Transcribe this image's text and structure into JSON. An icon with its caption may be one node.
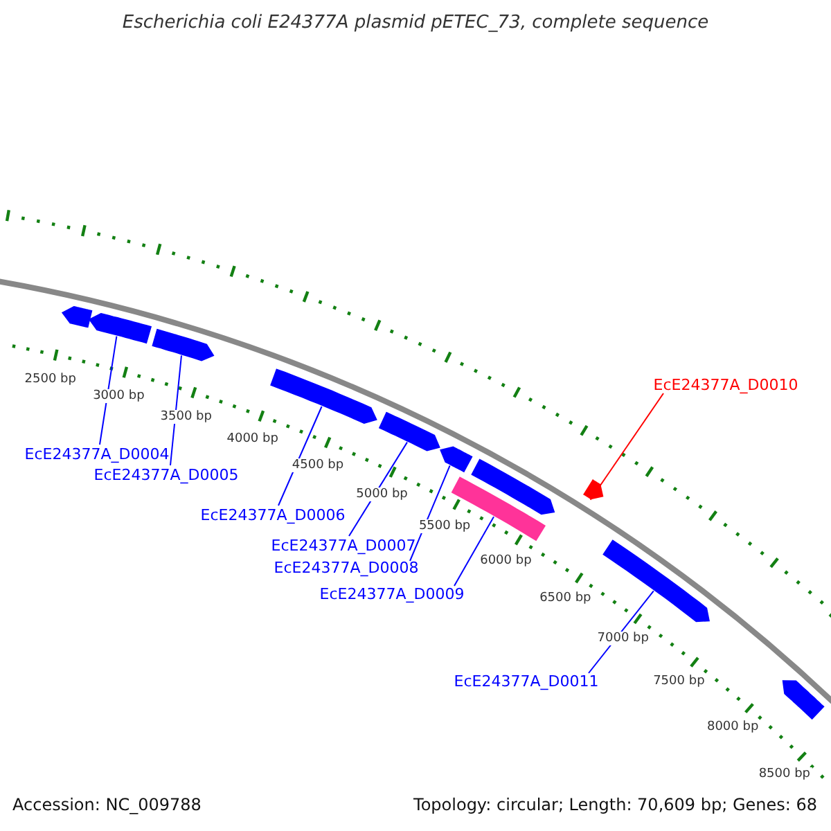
{
  "diagram": {
    "title": "Escherichia coli E24377A plasmid pETEC_73, complete sequence",
    "nodes": [
      {
        "text": [],
        "shape": "box"
      },
      {
        "text": [],
        "shape": "box"
      },
      {
        "text": [],
        "shape": "box"
      },
      {
        "text": [],
        "shape": "box"
      },
      {
        "text": [],
        "shape": "box"
      },
      {
        "text": [],
        "shape": "box"
      },
      {
        "text": [],
        "shape": "box"
      },
      {
        "text": [],
        "shape": "bar"
      },
      {
        "text": [],
        "shape": "box"
      },
      {
        "text": [],
        "shape": "box"
      },
      {
        "text": [],
        "shape": "box"
      },
      {
        "text": [
          "EcE24377A_D0010"
        ]
      },
      {
        "text": [
          "EcE24377A_D0004"
        ]
      },
      {
        "text": [
          "EcE24377A_D0005"
        ]
      },
      {
        "text": [
          "EcE24377A_D0006"
        ]
      },
      {
        "text": [
          "EcE24377A_D0007"
        ]
      },
      {
        "text": [
          "EcE24377A_D0008"
        ]
      },
      {
        "text": [
          "EcE24377A_D0009"
        ]
      },
      {
        "text": [
          "EcE24377A_D0011"
        ]
      }
    ],
    "edges": [
      {
        "from": 11,
        "to": 8,
        "arrow": "none",
        "color": "#ff0000"
      },
      {
        "from": 12,
        "to": 1,
        "arrow": "none"
      },
      {
        "from": 13,
        "to": 2,
        "arrow": "none"
      },
      {
        "from": 14,
        "to": 3,
        "arrow": "none"
      },
      {
        "from": 15,
        "to": 4,
        "arrow": "none"
      },
      {
        "from": 16,
        "to": 5,
        "arrow": "none"
      },
      {
        "from": 17,
        "to": 7,
        "arrow": "none"
      },
      {
        "from": 18,
        "to": 9,
        "arrow": "none"
      }
    ],
    "labels": [
      "2500 bp",
      "3000 bp",
      "3500 bp",
      "4000 bp",
      "4500 bp",
      "5000 bp",
      "5500 bp",
      "6000 bp",
      "6500 bp",
      "7000 bp",
      "7500 bp",
      "8000 bp",
      "8500 bp",
      "Accession: NC_009788",
      "Topology: circular; Length: 70,609 bp; Genes: 68"
    ]
  }
}
